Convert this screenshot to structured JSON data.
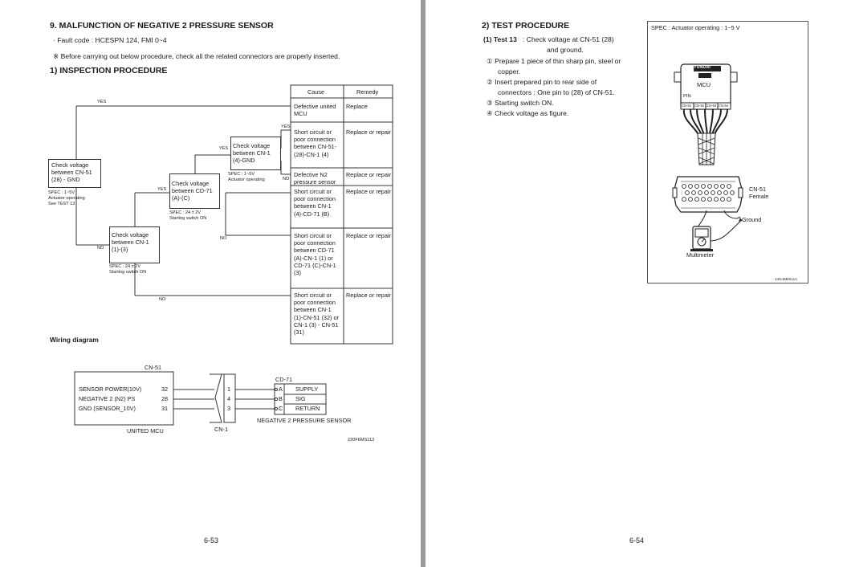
{
  "left_page": {
    "title": "9. MALFUNCTION OF NEGATIVE 2 PRESSURE SENSOR",
    "fault_code": "· Fault code : HCESPN 124, FMI 0~4",
    "note": "※ Before carrying out below procedure, check all the related connectors are properly inserted.",
    "inspection_heading": "1) INSPECTION PROCEDURE",
    "table_headers": {
      "cause": "Cause",
      "remedy": "Remedy"
    },
    "causes": [
      {
        "lines": [
          "Defective united",
          "MCU"
        ],
        "remedy": "Replace"
      },
      {
        "lines": [
          "Short circuit or",
          "poor connection",
          "between CN-51-",
          "(28)-CN-1 (4)"
        ],
        "remedy": "Replace or repair"
      },
      {
        "lines": [
          "Defective N2",
          "pressure sensor"
        ],
        "remedy": "Replace or repair"
      },
      {
        "lines": [
          "Short circuit or",
          "poor connection",
          "between CN-1",
          "(4)-CD-71 (B)"
        ],
        "remedy": "Replace or repair"
      },
      {
        "lines": [
          "Short circuit or",
          "poor connection",
          "between CD-71",
          "(A)-CN-1 (1) or",
          "CD-71 (C)-CN-1",
          "(3)"
        ],
        "remedy": "Replace or repair"
      },
      {
        "lines": [
          "Short circuit or",
          "poor connection",
          "between CN-1",
          "(1)-CN-51 (32) or",
          "CN-1 (3) - CN-51",
          "(31)"
        ],
        "remedy": "Replace or repair"
      }
    ],
    "checks": {
      "c1": {
        "lines": [
          "Check voltage",
          "between CN-51",
          "(28) - GND"
        ],
        "spec": [
          "SPEC : 1~5V",
          "Actuator operating",
          "See TEST 13"
        ]
      },
      "c2": {
        "lines": [
          "Check voltage",
          "between CN-1",
          "(1)-(3)"
        ],
        "spec": [
          "SPEC : 24 ± 2V",
          "Starting switch ON"
        ]
      },
      "c3": {
        "lines": [
          "Check voltage",
          "between CD-71",
          "(A)-(C)"
        ],
        "spec": [
          "SPEC : 24 ± 2V",
          "Starting switch ON"
        ]
      },
      "c4": {
        "lines": [
          "Check voltage",
          "between CN-1",
          "(4)-GND"
        ],
        "spec": [
          "SPEC : 1~5V",
          "Actuator operating"
        ]
      }
    },
    "labels": {
      "yes": "YES",
      "no": "NO"
    },
    "wiring_heading": "Wiring diagram",
    "wiring": {
      "cn51": "CN-51",
      "mcu_rows": [
        {
          "name": "SENSOR POWER(10V)",
          "pin": "32"
        },
        {
          "name": "NEGATIVE 2 (N2) PS",
          "pin": "28"
        },
        {
          "name": "GND (SENSOR_10V)",
          "pin": "31"
        }
      ],
      "mcu_label": "UNITED MCU",
      "cn1_pins": [
        "1",
        "4",
        "3"
      ],
      "cn1_label": "CN-1",
      "cd71": "CD-71",
      "sensor_rows": [
        {
          "pin": "A",
          "name": "SUPPLY"
        },
        {
          "pin": "B",
          "name": "SIG"
        },
        {
          "pin": "C",
          "name": "RETURN"
        }
      ],
      "sensor_label": "NEGATIVE 2 PRESSURE SENSOR",
      "figure_code": "220F6MS113"
    },
    "page_number": "6-53"
  },
  "right_page": {
    "heading": "2) TEST PROCEDURE",
    "test_label": "(1) Test 13",
    "test_text1": ": Check voltage at CN-51 (28)",
    "test_text2": "and ground.",
    "steps": [
      "① Prepare 1 piece of thin sharp pin, steel or",
      "copper.",
      "② Insert prepared pin to rear side of",
      "connectors : One pin to (28) of CN-51.",
      "③ Starting switch ON.",
      "④ Check voltage as figure."
    ],
    "figure": {
      "spec": "SPEC : Actuator operating : 1~5 V",
      "brand": "HYUNDAI",
      "mcu": "MCU",
      "pin": "PIN",
      "conn_labels": [
        "CN-51",
        "CN-52",
        "CN-53",
        "CN-54"
      ],
      "cn51": "CN-51",
      "female": "Female",
      "ground": "Ground",
      "multimeter": "Multimeter",
      "code": "14GJ6MS114"
    },
    "page_number": "6-54"
  }
}
